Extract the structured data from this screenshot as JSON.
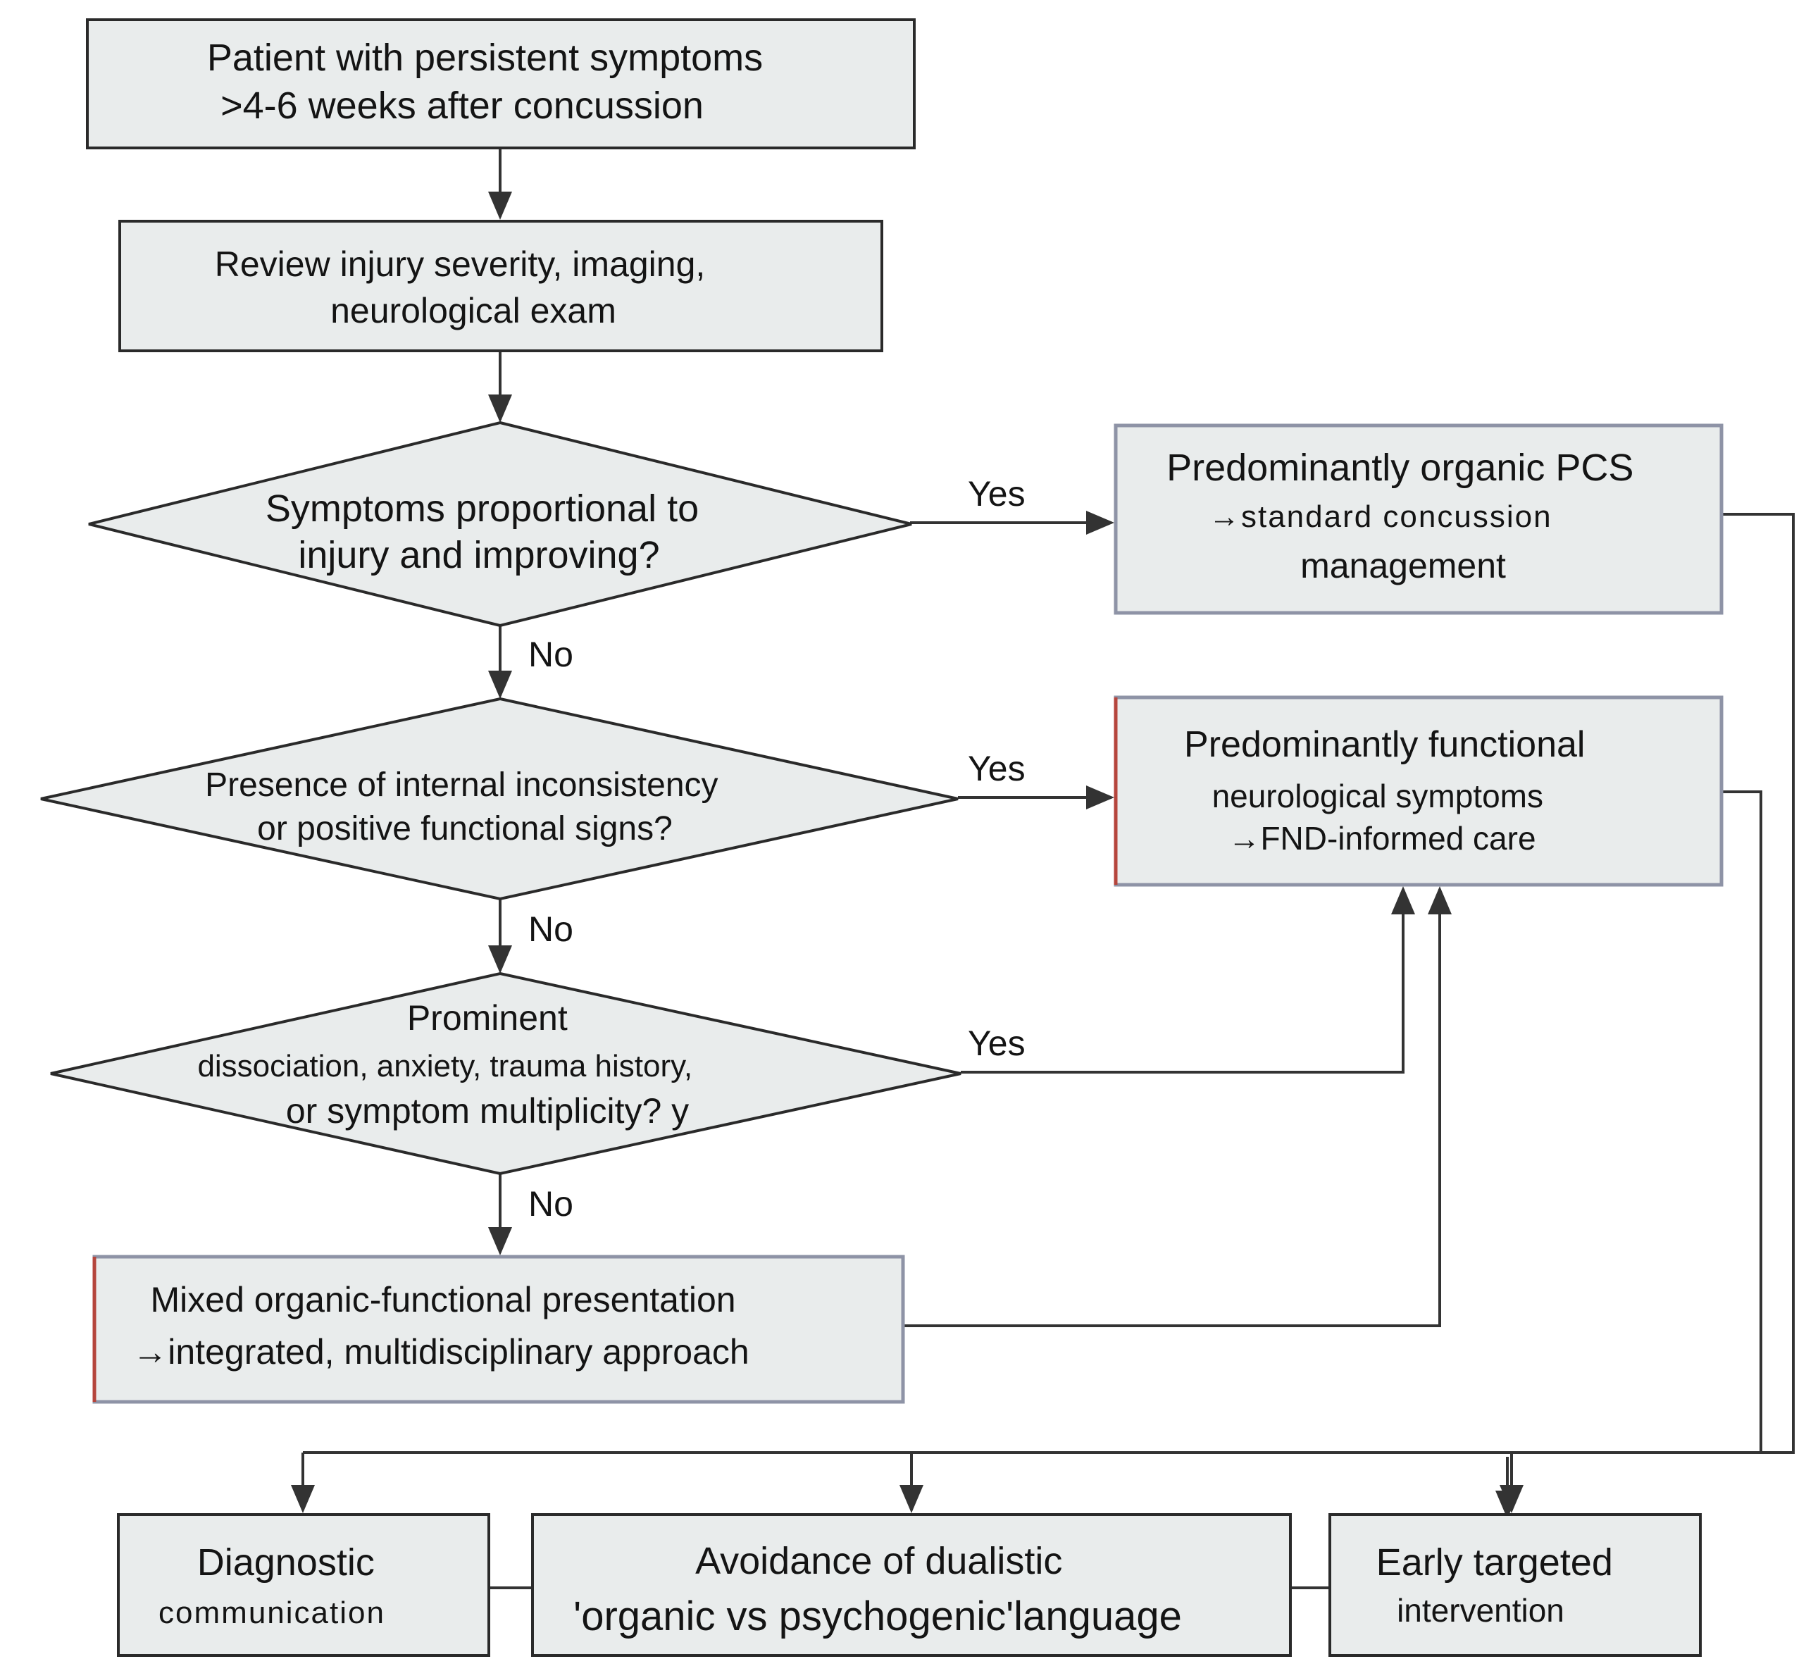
{
  "nodes": {
    "start": {
      "lines": [
        "Patient with persistent symptoms",
        ">4-6 weeks after concussion"
      ]
    },
    "review": {
      "lines": [
        "Review injury severity, imaging,",
        "neurological exam"
      ]
    },
    "decision1": {
      "lines": [
        "Symptoms proportional to",
        "injury and improving?"
      ]
    },
    "decision2": {
      "lines": [
        "Presence of internal inconsistency",
        "or positive functional signs?"
      ]
    },
    "decision3": {
      "lines": [
        "Prominent",
        "dissociation, anxiety, trauma history,",
        "or symptom multiplicity? y"
      ]
    },
    "organic": {
      "lines": [
        "Predominantly organic PCS",
        "→standard concussion",
        "management"
      ]
    },
    "functional": {
      "lines": [
        "Predominantly functional",
        "neurological symptoms",
        "→FND-informed care"
      ]
    },
    "mixed": {
      "lines": [
        "Mixed organic-functional presentation",
        "→integrated, multidisciplinary approach"
      ]
    },
    "diag_comm": {
      "lines": [
        "Diagnostic",
        "communication"
      ]
    },
    "avoid": {
      "lines": [
        "Avoidance of dualistic",
        "'organic vs psychogenic'language"
      ]
    },
    "early": {
      "lines": [
        "Early targeted",
        "intervention"
      ]
    }
  },
  "edge_labels": {
    "d1_yes": "Yes",
    "d1_no": "No",
    "d2_yes": "Yes",
    "d2_no": "No",
    "d3_yes": "Yes",
    "d3_no": "No"
  },
  "colors": {
    "box_fill": "#e9ecec",
    "box_stroke": "#2a2a2a",
    "outcome_stroke": "#8e93a6",
    "accent_red": "#b5453c",
    "line": "#333333"
  }
}
